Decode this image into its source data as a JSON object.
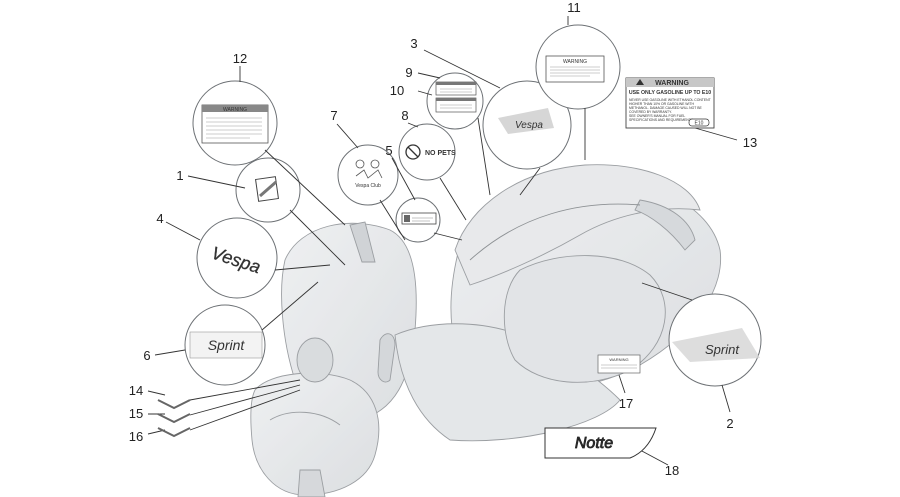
{
  "callouts": {
    "c1": "1",
    "c2": "2",
    "c3": "3",
    "c4": "4",
    "c5": "5",
    "c6": "6",
    "c7": "7",
    "c8": "8",
    "c9": "9",
    "c10": "10",
    "c11": "11",
    "c12": "12",
    "c13": "13",
    "c14": "14",
    "c15": "15",
    "c16": "16",
    "c17": "17",
    "c18": "18"
  },
  "decals": {
    "no_pets": "NO PETS",
    "warning": "WARNING",
    "warning_13_title": "WARNING",
    "warning_13_line1": "USE ONLY GASOLINE UP TO E10",
    "warning_13_lines": [
      "NEVER USE GASOLINE WITH ETHANOL CONTENT",
      "HIGHER THAN 10% OR GASOLINE WITH",
      "METHANOL. DAMAGE CAUSED WILL NOT BE",
      "COVERED BY WARRANTY.",
      "SEE OWNER'S MANUAL FOR FUEL",
      "SPECIFICATIONS AND REQUIREMENTS."
    ],
    "e10_badge": "E10",
    "vespa_script": "Vespa",
    "sprint_script": "Sprint",
    "notte_script": "Notte",
    "vespa_small": "Vespa",
    "vespa_caption": "Vespa Club"
  }
}
